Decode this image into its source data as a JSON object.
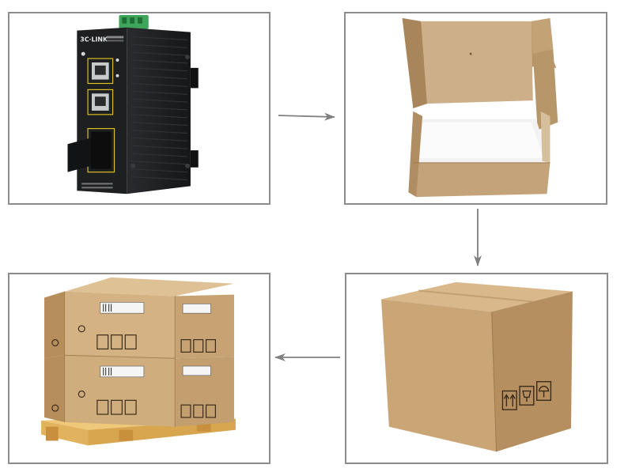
{
  "diagram": {
    "steps": [
      {
        "id": "product",
        "brand_text": "3C·LINK"
      },
      {
        "id": "inner-box"
      },
      {
        "id": "carton"
      },
      {
        "id": "pallet"
      }
    ],
    "colors": {
      "panel_border": "#8c8c8c",
      "arrow": "#808080",
      "cardboard": "#c9a77a",
      "device": "#1e1f21",
      "terminal": "#3fa55a",
      "pallet_wood": "#e7b765"
    },
    "icons": [
      "device-icon",
      "open-box-icon",
      "carton-icon",
      "pallet-icon",
      "arrow-right-icon",
      "arrow-down-icon",
      "arrow-left-icon"
    ]
  }
}
